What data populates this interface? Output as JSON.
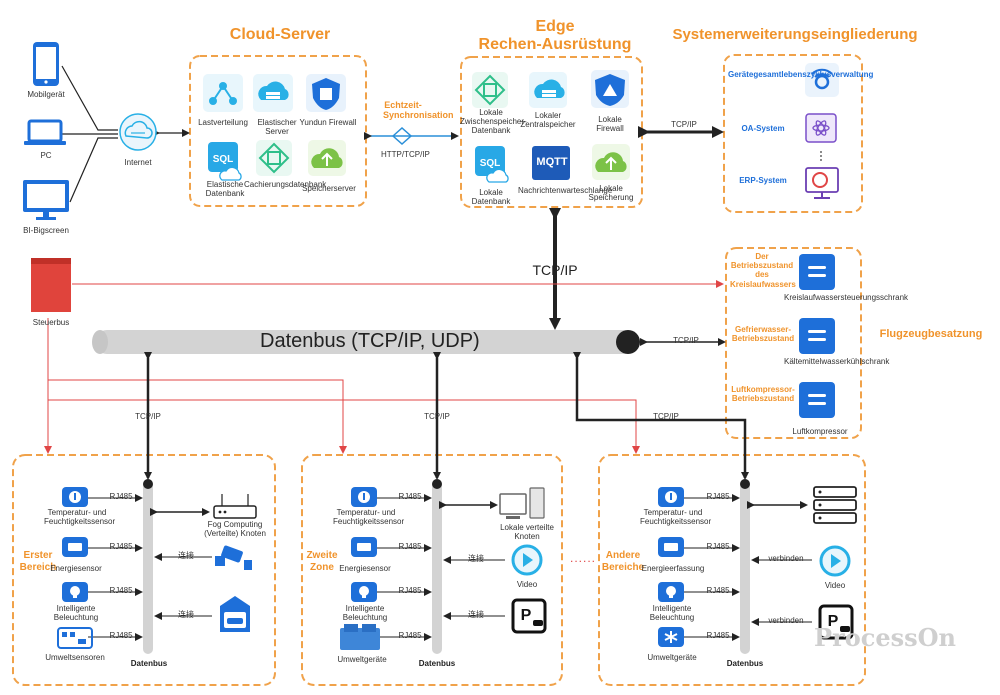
{
  "sections": {
    "cloud_title": "Cloud-Server",
    "edge_title_1": "Edge",
    "edge_title_2": "Rechen-Ausrüstung",
    "ext_title": "Systemerweiterungseingliederung",
    "sync_title": "Echtzeit-Synchronisation",
    "flight_title": "Flugzeugbesatzung"
  },
  "devices": {
    "mobile": "Mobilgerät",
    "pc": "PC",
    "bigscreen": "BI-Bigscreen",
    "internet": "Internet",
    "steuerbus": "Steuerbus"
  },
  "cloud": {
    "lb": "Lastverteilung",
    "es": "Elastischer Server",
    "fw": "Yundun Firewall",
    "db": "Elastische Datenbank",
    "cache": "Cachierungsdatenbank",
    "store": "Speicherserver"
  },
  "edge": {
    "zw": "Lokale Zwischenspeicher-Datenbank",
    "zs": "Lokaler Zentralspeicher",
    "fw": "Lokale Firewall",
    "db": "Lokale Datenbank",
    "mq": "Nachrichtenwarteschlange",
    "st": "Lokale Speicherung",
    "mqtt": "MQTT"
  },
  "ext": {
    "life": "Gerätegesamtlebenszyklusverwaltung",
    "oa": "OA-System",
    "erp": "ERP-System"
  },
  "protocols": {
    "http": "HTTP/TCP/IP",
    "tcpip": "TCP/IP",
    "tcpip_big": "TCP/IP",
    "databus": "Datenbus (TCP/IP, UDP)",
    "rj": "RJ485",
    "lianjie": "连接",
    "verbinden": "verbinden",
    "dots": "......"
  },
  "flight": {
    "s1_status": "Der Betriebszustand des Kreislaufwassers",
    "s1_dev": "Kreislaufwassersteuerungsschrank",
    "s2_status": "Gefrierwasser-Betriebszustand",
    "s2_dev": "Kältemittelwasserkühlschrank",
    "s3_status": "Luftkompressor-Betriebszustand",
    "s3_dev": "Luftkompressor"
  },
  "zones": {
    "z1": "Erster Bereich",
    "z2": "Zweite Zone",
    "z3": "Andere Bereiche",
    "temp": "Temperatur- und Feuchtigkeitssensor",
    "energy": "Energiesensor",
    "energy3": "Energieerfassung",
    "light": "Intelligente Beleuchtung",
    "env1": "Umweltsensoren",
    "env2": "Umweltgeräte",
    "fog": "Fog Computing (Verteilte) Knoten",
    "lokal": "Lokale verteilte Knoten",
    "video": "Video",
    "datenbus": "Datenbus"
  },
  "watermark": "ProcessOn",
  "colors": {
    "orange": "#f0932b",
    "blue": "#1e6fd9",
    "red": "#e04646",
    "cyan": "#28b0e6",
    "green": "#7cc247"
  }
}
